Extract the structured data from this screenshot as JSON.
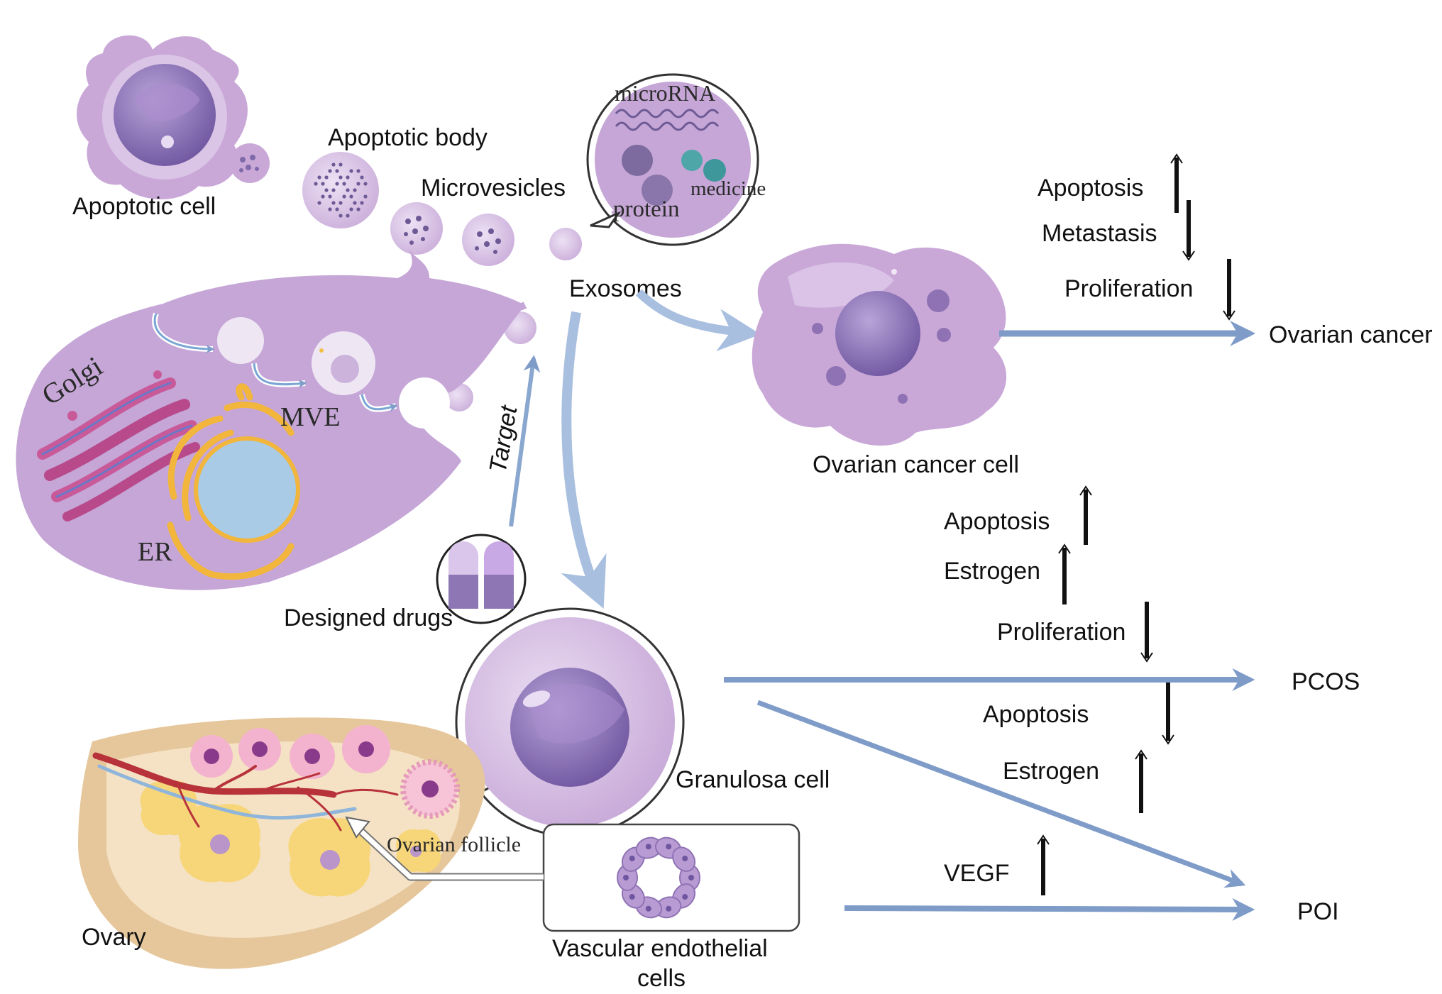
{
  "labels": {
    "apoptotic_cell": "Apoptotic cell",
    "apoptotic_body": "Apoptotic body",
    "microvesicles": "Microvesicles",
    "exosomes": "Exosomes",
    "microrna": "microRNA",
    "protein": "protein",
    "medicine": "medicine",
    "golgi": "Golgi",
    "mve": "MVE",
    "er": "ER",
    "target": "Target",
    "designed_drugs": "Designed drugs",
    "ovarian_cancer_cell": "Ovarian cancer cell",
    "granulosa_cell": "Granulosa cell",
    "ovarian_follicle": "Ovarian follicle",
    "ovary": "Ovary",
    "vascular_endothelial_line1": "Vascular endothelial",
    "vascular_endothelial_line2": "cells"
  },
  "outcomes": {
    "ovarian_cancer": "Ovarian cancer",
    "pcos": "PCOS",
    "poi": "POI"
  },
  "effects": {
    "ovarian_cancer": [
      {
        "label": "Apoptosis",
        "direction": "up"
      },
      {
        "label": "Metastasis",
        "direction": "down"
      },
      {
        "label": "Proliferation",
        "direction": "down"
      }
    ],
    "pcos": [
      {
        "label": "Apoptosis",
        "direction": "up"
      },
      {
        "label": "Estrogen",
        "direction": "up"
      },
      {
        "label": "Proliferation",
        "direction": "down"
      }
    ],
    "poi": [
      {
        "label": "Apoptosis",
        "direction": "down"
      },
      {
        "label": "Estrogen",
        "direction": "up"
      }
    ],
    "vascular": [
      {
        "label": "VEGF",
        "direction": "up"
      }
    ]
  },
  "colors": {
    "cell_purple": "#c7a8d6",
    "nucleus_purple": "#8f72b4",
    "flow_arrow_blue": "#7f9cc9",
    "golgi_pink": "#c95a9a",
    "er_yellow": "#f2b63c",
    "nucleus_blue": "#a9cbe6",
    "vessel_red": "#b8323a",
    "ovary_beige": "#f2d9b2"
  }
}
